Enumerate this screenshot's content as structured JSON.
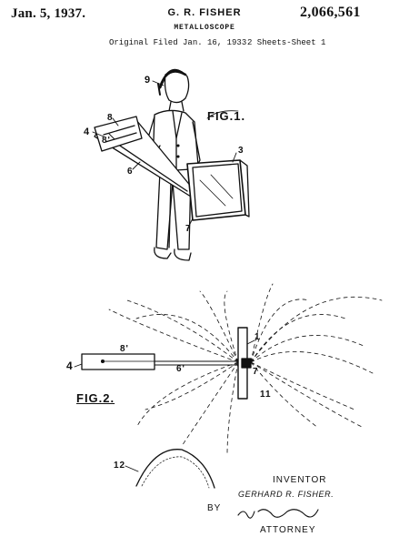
{
  "header": {
    "date": "Jan. 5, 1937.",
    "inventor": "G. R. FISHER",
    "patent_number": "2,066,561",
    "title": "METALLOSCOPE",
    "filed": "Original Filed Jan. 16, 1933",
    "sheets": "2 Sheets-Sheet 1"
  },
  "figures": {
    "fig1_label": "FIG.1.",
    "fig2_label": "FIG.2."
  },
  "reference_numerals": {
    "n1": "1",
    "n3": "3",
    "n4": "4",
    "n6": "6",
    "n6b": "6'",
    "n7": "7",
    "n8": "8",
    "n8b": "8'",
    "n9": "9",
    "n11": "11",
    "n12": "12"
  },
  "signature": {
    "inventor_label": "INVENTOR",
    "inventor_name": "GERHARD R. FISHER.",
    "by_label": "BY",
    "attorney_signature": "W.E.Beatty",
    "attorney_label": "ATTORNEY"
  }
}
